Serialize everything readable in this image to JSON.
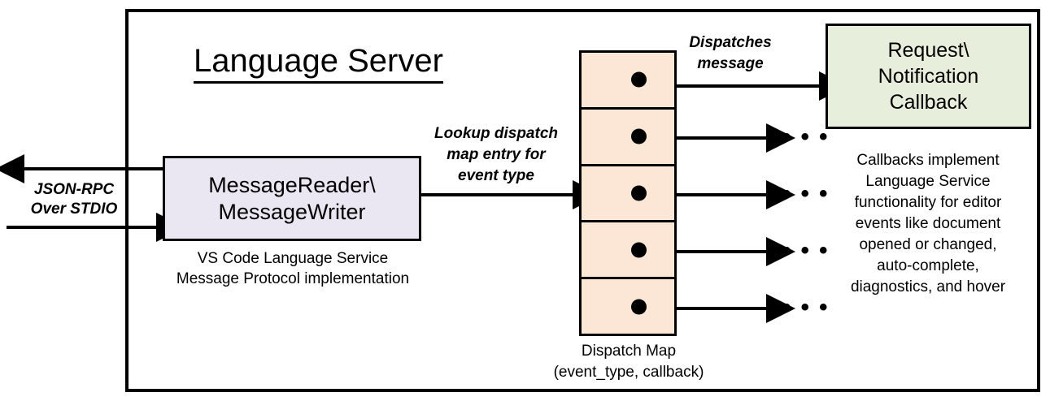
{
  "diagram": {
    "title": "Language Server",
    "frame_border_color": "#000000",
    "background": "#ffffff"
  },
  "io": {
    "label_line1": "JSON-RPC",
    "label_line2": "Over STDIO",
    "outgoing_arrow": "arrow-left-out",
    "incoming_arrow": "arrow-right-in"
  },
  "message_box": {
    "line1": "MessageReader\\",
    "line2": "MessageWriter",
    "fill": "#eae7f2",
    "caption_line1": "VS Code Language Service",
    "caption_line2": "Message Protocol implementation"
  },
  "lookup": {
    "line1": "Lookup dispatch",
    "line2": "map entry for",
    "line3": "event type"
  },
  "dispatch_map": {
    "fill": "#fce6d6",
    "row_count": 5,
    "rows": [
      {
        "id": "row-1",
        "dot": "callback-dot"
      },
      {
        "id": "row-2",
        "dot": "callback-dot"
      },
      {
        "id": "row-3",
        "dot": "callback-dot"
      },
      {
        "id": "row-4",
        "dot": "callback-dot"
      },
      {
        "id": "row-5",
        "dot": "callback-dot"
      }
    ],
    "caption_line1": "Dispatch Map",
    "caption_line2": "(event_type, callback)"
  },
  "dispatch_arrow": {
    "line1": "Dispatches",
    "line2": "message"
  },
  "callback_box": {
    "line1": "Request\\",
    "line2": "Notification",
    "line3": "Callback",
    "fill": "#e8eedc",
    "caption": "Callbacks implement Language Service functionality for editor events like document opened or changed, auto-complete, diagnostics, and hover",
    "caption_lines": [
      "Callbacks implement",
      "Language Service",
      "functionality for editor",
      "events like document",
      "opened or changed,",
      "auto-complete,",
      "diagnostics, and hover"
    ]
  },
  "ellipses": {
    "glyph": "• • •"
  }
}
